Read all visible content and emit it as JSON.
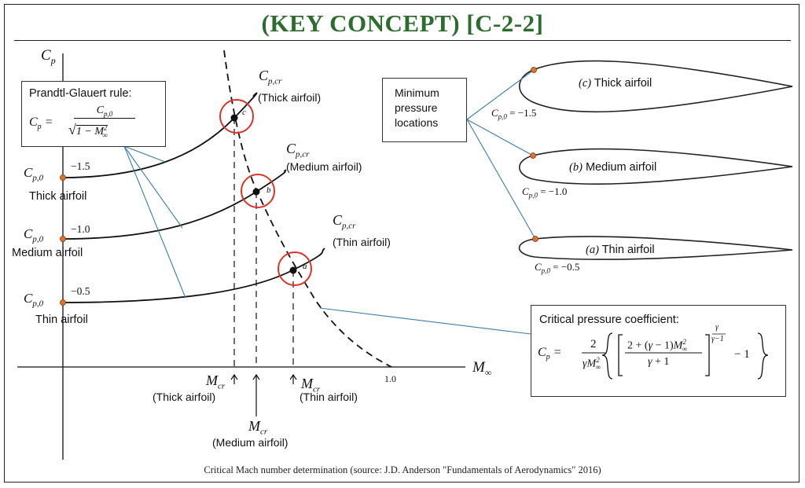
{
  "title": "(KEY CONCEPT) [C-2-2]",
  "caption": "Critical Mach number determination (source: J.D. Anderson \"Fundamentals of Aerodynamics\" 2016)",
  "axes": {
    "y_label": "C_p",
    "x_label": "M_∞",
    "x_tick": "1.0"
  },
  "prandtl_box": {
    "heading": "Prandtl-Glauert rule:",
    "formula_lhs": "C_p =",
    "numerator": "C_p,0",
    "denominator": "√1 − M²∞"
  },
  "left_labels": [
    {
      "cp": "C_p,0",
      "name": "Thick airfoil",
      "value": "−1.5"
    },
    {
      "cp": "C_p,0",
      "name": "Medium airfoil",
      "value": "−1.0"
    },
    {
      "cp": "C_p,0",
      "name": "Thin airfoil",
      "value": "−0.5"
    }
  ],
  "cpcr_labels": [
    {
      "sym": "C_p,cr",
      "name": "(Thick airfoil)",
      "letter": "c"
    },
    {
      "sym": "C_p,cr",
      "name": "(Medium airfoil)",
      "letter": "b"
    },
    {
      "sym": "C_p,cr",
      "name": "(Thin airfoil)",
      "letter": "a"
    }
  ],
  "mcr_labels": [
    {
      "sym": "M_cr",
      "name": "(Thick airfoil)"
    },
    {
      "sym": "M_cr",
      "name": "(Medium airfoil)"
    },
    {
      "sym": "M_cr",
      "name": "(Thin airfoil)"
    }
  ],
  "min_pressure_box": {
    "line1": "Minimum",
    "line2": "pressure",
    "line3": "locations"
  },
  "airfoils": [
    {
      "letter": "(c)",
      "name": "Thick airfoil",
      "cp_label": "C_p,0 = −1.5"
    },
    {
      "letter": "(b)",
      "name": "Medium airfoil",
      "cp_label": "C_p,0 = −1.0"
    },
    {
      "letter": "(a)",
      "name": "Thin airfoil",
      "cp_label": "C_p,0 = −0.5"
    }
  ],
  "critical_box": {
    "heading": "Critical pressure coefficient:",
    "lhs": "C_p =",
    "frac_num": "2",
    "frac_den": "γM²∞",
    "inner_num": "2 + (γ − 1)M²∞",
    "inner_den": "γ + 1",
    "exponent": "γ/(γ−1)",
    "tail": "− 1"
  },
  "colors": {
    "title": "#2e6b2e",
    "marker": "#d9352a",
    "leader": "#3a7fa8",
    "dot": "#d9742c"
  }
}
